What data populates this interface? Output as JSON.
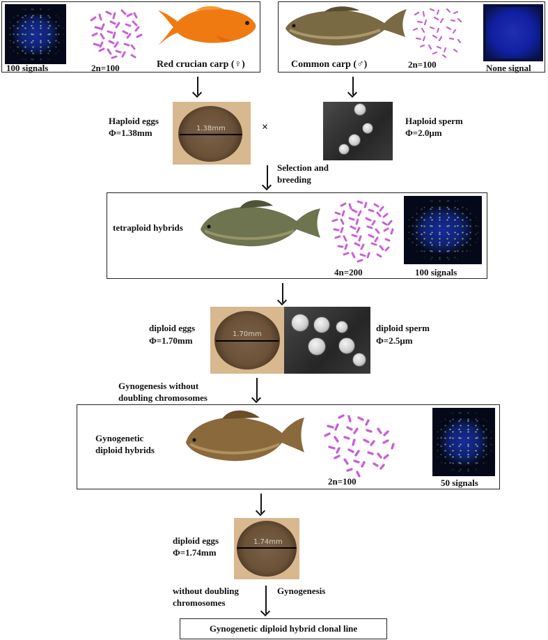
{
  "parents": {
    "female": {
      "signals": "100 signals",
      "karyotype": "2n=100",
      "name": "Red crucian carp (♀)"
    },
    "male": {
      "name": "Common carp (♂)",
      "karyotype": "2n=100",
      "signals": "None signal"
    }
  },
  "gametes_f1": {
    "eggs": "Haploid eggs",
    "egg_size": "Φ=1.38mm",
    "egg_scale": "1.38mm",
    "cross": "×",
    "sperm": "Haploid sperm",
    "sperm_size": "Φ=2.0μm"
  },
  "step1": {
    "line1": "Selection and",
    "line2": "breeding"
  },
  "tetraploid": {
    "name": "tetraploid hybrids",
    "karyotype": "4n=200",
    "signals": "100 signals"
  },
  "gametes_tetra": {
    "eggs": "diploid eggs",
    "egg_size": "Φ=1.70mm",
    "egg_scale": "1.70mm",
    "sperm": "diploid sperm",
    "sperm_size": "Φ=2.5μm"
  },
  "step2": {
    "line1": "Gynogenesis without",
    "line2": "doubling chromosomes"
  },
  "gynogenetic": {
    "line1": "Gynogenetic",
    "line2": "diploid hybrids",
    "karyotype": "2n=100",
    "signals": "50 signals"
  },
  "gametes_gyno": {
    "eggs": "diploid eggs",
    "egg_size": "Φ=1.74mm",
    "egg_scale": "1.74mm"
  },
  "step3": {
    "line1": "without doubling",
    "line2": "chromosomes",
    "right": "Gynogenesis"
  },
  "final": "Gynogenetic diploid hybrid clonal line",
  "colors": {
    "chromosome": "#c85fd6",
    "goldfish": "#f07a12",
    "carp": "#7a6a44",
    "fluor_bg": "#0a0f3a"
  }
}
